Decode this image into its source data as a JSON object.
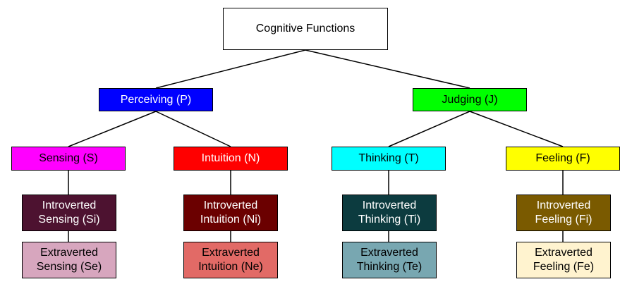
{
  "root": {
    "label": "Cognitive Functions"
  },
  "perceiving": {
    "label": "Perceiving (P)",
    "color": "#0000ff"
  },
  "judging": {
    "label": "Judging (J)",
    "color": "#00ff00"
  },
  "sensing": {
    "label": "Sensing (S)",
    "color": "#ff00ff",
    "introverted": {
      "line1": "Introverted",
      "line2": "Sensing (Si)",
      "color": "#4d1230"
    },
    "extraverted": {
      "line1": "Extraverted",
      "line2": "Sensing (Se)",
      "color": "#d7a6be"
    }
  },
  "intuition": {
    "label": "Intuition (N)",
    "color": "#ff0000",
    "introverted": {
      "line1": "Introverted",
      "line2": "Intuition (Ni)",
      "color": "#6b0000"
    },
    "extraverted": {
      "line1": "Extraverted",
      "line2": "Intuition (Ne)",
      "color": "#e26a66"
    }
  },
  "thinking": {
    "label": "Thinking (T)",
    "color": "#00ffff",
    "introverted": {
      "line1": "Introverted",
      "line2": "Thinking (Ti)",
      "color": "#0c3b3f"
    },
    "extraverted": {
      "line1": "Extraverted",
      "line2": "Thinking (Te)",
      "color": "#78a7b1"
    }
  },
  "feeling": {
    "label": "Feeling (F)",
    "color": "#ffff00",
    "introverted": {
      "line1": "Introverted",
      "line2": "Feeling (Fi)",
      "color": "#7a5a00"
    },
    "extraverted": {
      "line1": "Extraverted",
      "line2": "Feeling (Fe)",
      "color": "#fff3cf"
    }
  }
}
